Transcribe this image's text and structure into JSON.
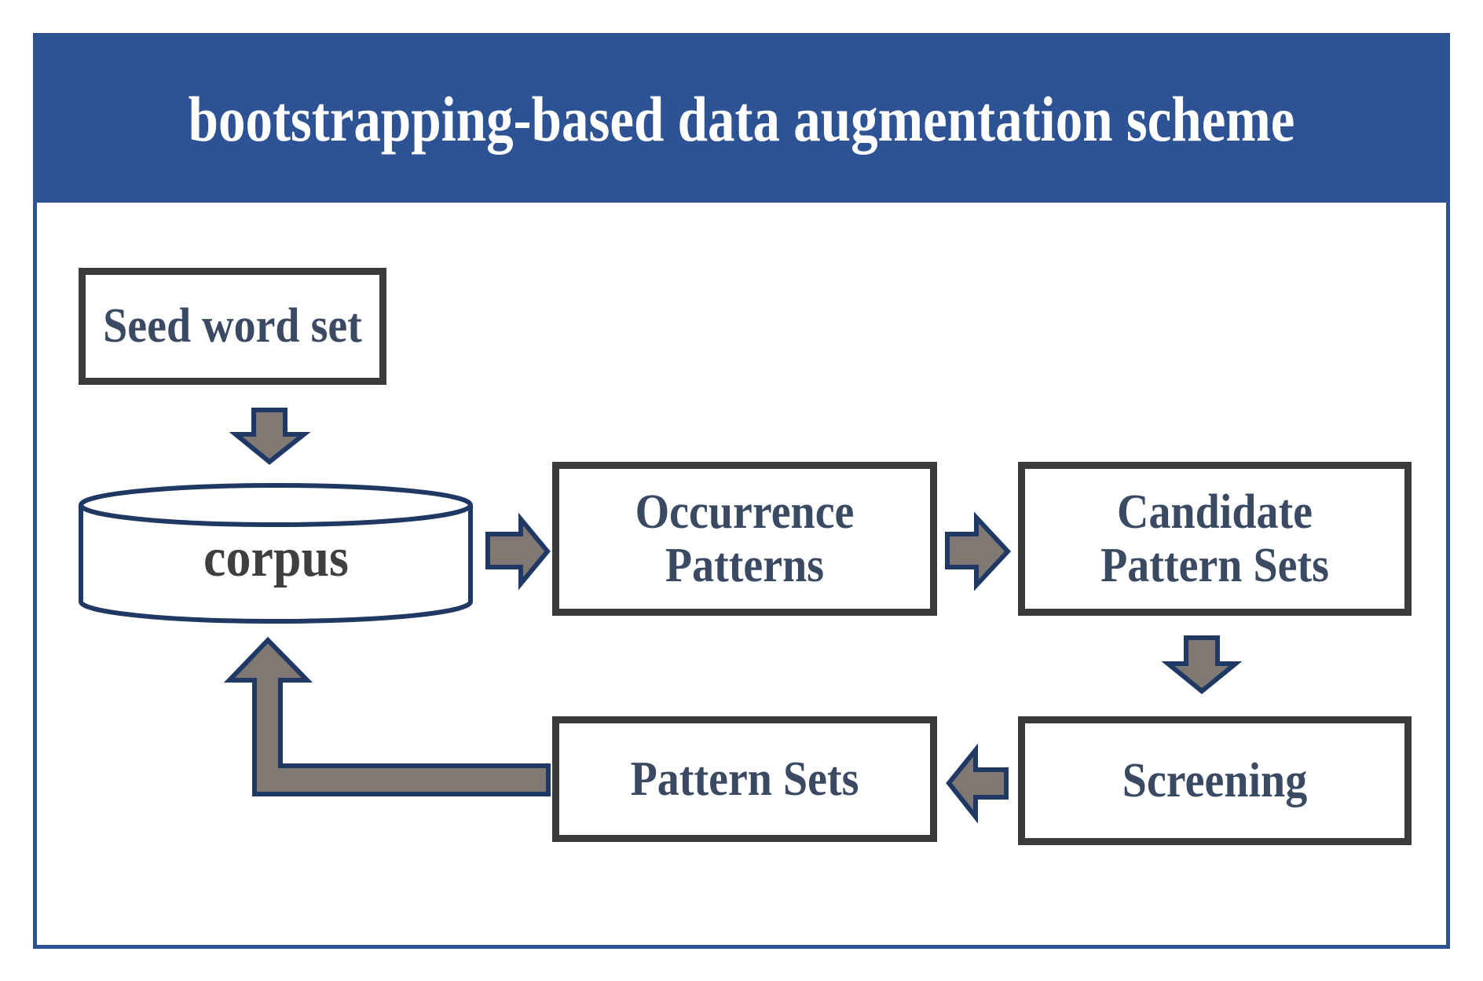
{
  "title": "bootstrapping-based data augmentation scheme",
  "nodes": {
    "seed": {
      "label": "Seed word set"
    },
    "corpus": {
      "label": "corpus",
      "shape": "cylinder"
    },
    "occurrence": {
      "lines": [
        "Occurrence",
        "Patterns"
      ]
    },
    "candidate": {
      "lines": [
        "Candidate",
        "Pattern Sets"
      ]
    },
    "pattern_sets": {
      "label": "Pattern Sets"
    },
    "screening": {
      "label": "Screening"
    }
  },
  "arrows": [
    {
      "from": "seed",
      "to": "corpus",
      "direction": "down"
    },
    {
      "from": "corpus",
      "to": "occurrence",
      "direction": "right"
    },
    {
      "from": "occurrence",
      "to": "candidate",
      "direction": "right"
    },
    {
      "from": "candidate",
      "to": "screening",
      "direction": "down"
    },
    {
      "from": "screening",
      "to": "pattern_sets",
      "direction": "left"
    },
    {
      "from": "pattern_sets",
      "to": "corpus",
      "direction": "up-elbow"
    }
  ],
  "colors": {
    "header_blue": "#2e5395",
    "frame_border_blue": "#2e5395",
    "arrow_fill_gray": "#7f7873",
    "arrow_outline_navy": "#1f3864",
    "box_border_gray": "#3b3b3b",
    "box_text_navy": "#3a4a63",
    "corpus_text_gray": "#3f3f3f",
    "title_white": "#ffffff"
  }
}
